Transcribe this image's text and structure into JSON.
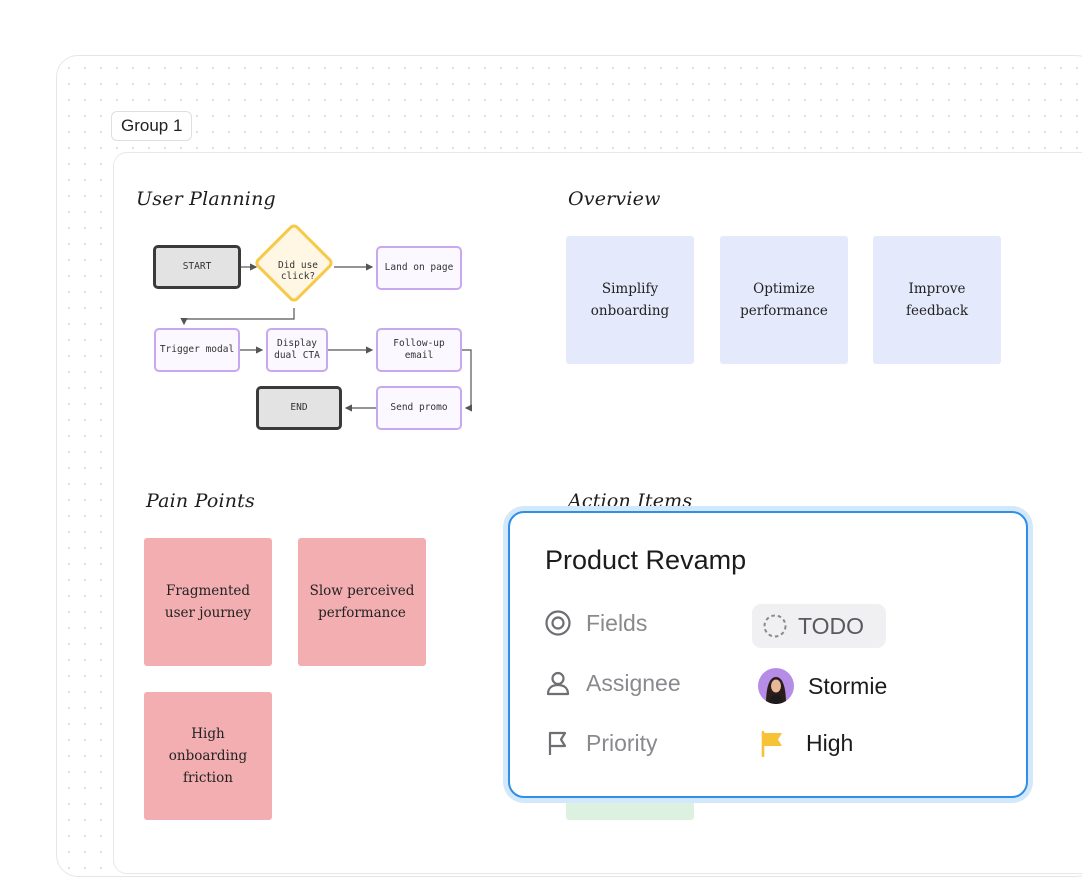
{
  "group": {
    "label": "Group 1"
  },
  "sections": {
    "user_planning": "User Planning",
    "overview": "Overview",
    "pain_points": "Pain Points",
    "action_items": "Action Items"
  },
  "flowchart": {
    "start": "START",
    "decision": "Did use click?",
    "land": "Land on page",
    "trigger": "Trigger modal",
    "display": "Display dual CTA",
    "followup": "Follow-up email",
    "end": "END",
    "promo": "Send promo"
  },
  "overview_notes": [
    "Simplify onboarding",
    "Optimize performance",
    "Improve feedback"
  ],
  "pain_notes": [
    "Fragmented user journey",
    "Slow perceived performance",
    "High onboarding friction"
  ],
  "colors": {
    "overview_note": "#e4e9fb",
    "pain_note": "#f2aeb0",
    "action_note": "#dcf1e0",
    "card_border": "#2e8ee8",
    "priority_flag": "#f7c236",
    "avatar_bg": "#b58ce6"
  },
  "task_card": {
    "title": "Product Revamp",
    "fields_label": "Fields",
    "assignee_label": "Assignee",
    "priority_label": "Priority",
    "status": "TODO",
    "assignee": "Stormie",
    "priority": "High",
    "icons": {
      "fields": "target-icon",
      "assignee": "person-icon",
      "priority": "flag-outline-icon",
      "status": "dashed-circle-icon",
      "priority_value": "flag-filled-icon"
    }
  }
}
